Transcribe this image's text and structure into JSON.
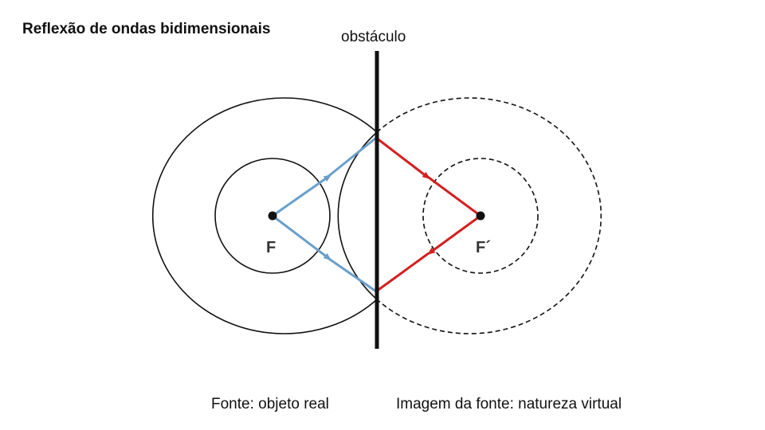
{
  "title": "Reflexão de ondas bidimensionais",
  "obstacle_label": "obstáculo",
  "focus_real": "F",
  "focus_virtual": "F´",
  "caption_real": "Fonte: objeto real",
  "caption_virtual": "Imagem da fonte: natureza virtual",
  "colors": {
    "incident_ray": "#6a9fcb",
    "reflected_ray": "#d42020",
    "wavefront": "#111111",
    "obstacle": "#111111"
  }
}
